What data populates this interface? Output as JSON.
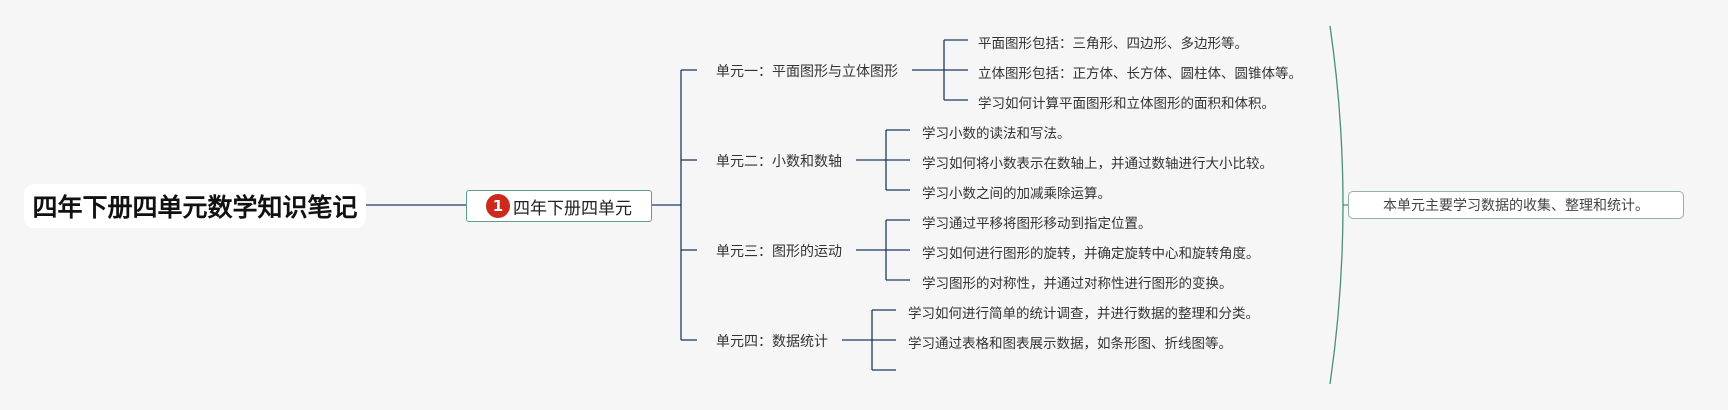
{
  "root": {
    "label": "四年下册四单元数学知识笔记"
  },
  "main_topic": {
    "badge": "1",
    "label": "四年下册四单元"
  },
  "units": [
    {
      "label": "单元一：平面图形与立体图形",
      "items": [
        "平面图形包括：三角形、四边形、多边形等。",
        "立体图形包括：正方体、长方体、圆柱体、圆锥体等。",
        "学习如何计算平面图形和立体图形的面积和体积。"
      ]
    },
    {
      "label": "单元二：小数和数轴",
      "items": [
        "学习小数的读法和写法。",
        "学习如何将小数表示在数轴上，并通过数轴进行大小比较。",
        "学习小数之间的加减乘除运算。"
      ]
    },
    {
      "label": "单元三：图形的运动",
      "items": [
        "学习通过平移将图形移动到指定位置。",
        "学习如何进行图形的旋转，并确定旋转中心和旋转角度。",
        "学习图形的对称性，并通过对称性进行图形的变换。"
      ]
    },
    {
      "label": "单元四：数据统计",
      "items": [
        "学习如何进行简单的统计调查，并进行数据的整理和分类。",
        "学习通过表格和图表展示数据，如条形图、折线图等。",
        ""
      ]
    }
  ],
  "summary": {
    "label": "本单元主要学习数据的收集、整理和统计。"
  },
  "colors": {
    "connector": "#1f3a63",
    "main_border": "#5f9f8a",
    "badge": "#cc2a1d",
    "summary_bracket": "#4a8f78"
  }
}
